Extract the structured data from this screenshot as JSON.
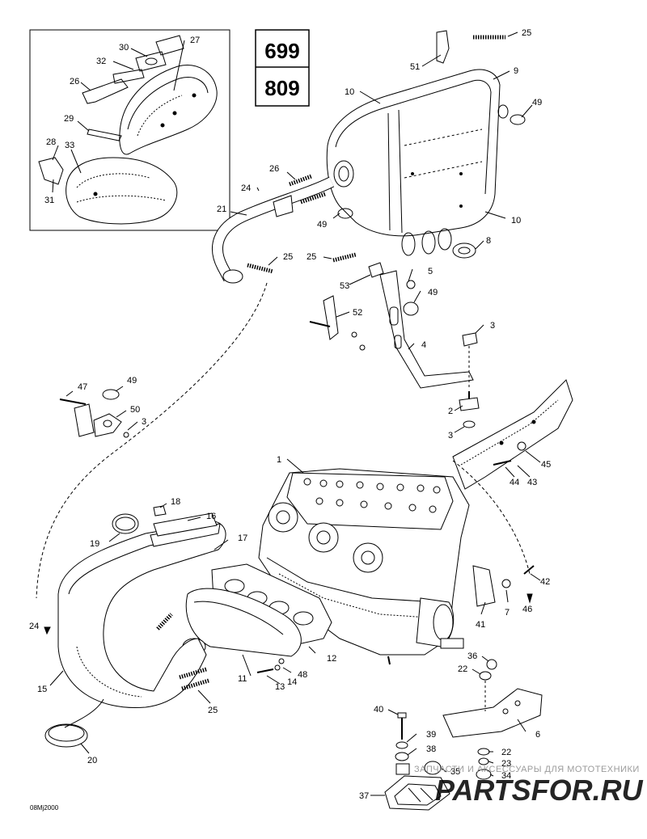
{
  "model_box": {
    "top": "699",
    "bottom": "809"
  },
  "drawing_code": "08Mj2000",
  "watermark": {
    "caption": "ЗАПЧАСТИ И АКСЕССУАРЫ ДЛЯ МОТОТЕХНИКИ",
    "logo": "PARTSFOR.RU",
    "colors": {
      "red": "#d9262c",
      "gray": "#8a8a8a"
    }
  },
  "callouts": [
    "1",
    "2",
    "3",
    "4",
    "5",
    "6",
    "7",
    "8",
    "9",
    "10",
    "11",
    "12",
    "13",
    "14",
    "15",
    "16",
    "17",
    "18",
    "19",
    "20",
    "21",
    "22",
    "23",
    "24",
    "25",
    "26",
    "27",
    "28",
    "29",
    "30",
    "31",
    "32",
    "33",
    "34",
    "35",
    "36",
    "37",
    "38",
    "39",
    "40",
    "41",
    "42",
    "43",
    "44",
    "45",
    "46",
    "47",
    "48",
    "49",
    "50",
    "51",
    "52",
    "53"
  ],
  "labels": {
    "l_27": "27",
    "l_30": "30",
    "l_32": "32",
    "l_26a": "26",
    "l_29": "29",
    "l_28": "28",
    "l_33": "33",
    "l_31": "31",
    "l_25a": "25",
    "l_51": "51",
    "l_9": "9",
    "l_10a": "10",
    "l_49a": "49",
    "l_10b": "10",
    "l_49b": "49",
    "l_8": "8",
    "l_26b": "26",
    "l_24a": "24",
    "l_21": "21",
    "l_25b": "25",
    "l_25c": "25",
    "l_53": "53",
    "l_5": "5",
    "l_49c": "49",
    "l_52": "52",
    "l_3a": "3",
    "l_4": "4",
    "l_47": "47",
    "l_49d": "49",
    "l_50": "50",
    "l_3b": "3",
    "l_2": "2",
    "l_3c": "3",
    "l_45": "45",
    "l_44": "44",
    "l_43": "43",
    "l_1": "1",
    "l_18": "18",
    "l_16": "16",
    "l_19": "19",
    "l_17": "17",
    "l_24b": "24",
    "l_42": "42",
    "l_7": "7",
    "l_46": "46",
    "l_41": "41",
    "l_12": "12",
    "l_11": "11",
    "l_48": "48",
    "l_14": "14",
    "l_13": "13",
    "l_15": "15",
    "l_25d": "25",
    "l_36": "36",
    "l_22a": "22",
    "l_40": "40",
    "l_6": "6",
    "l_39": "39",
    "l_38": "38",
    "l_22b": "22",
    "l_23": "23",
    "l_35": "35",
    "l_34": "34",
    "l_37": "37",
    "l_20": "20"
  }
}
